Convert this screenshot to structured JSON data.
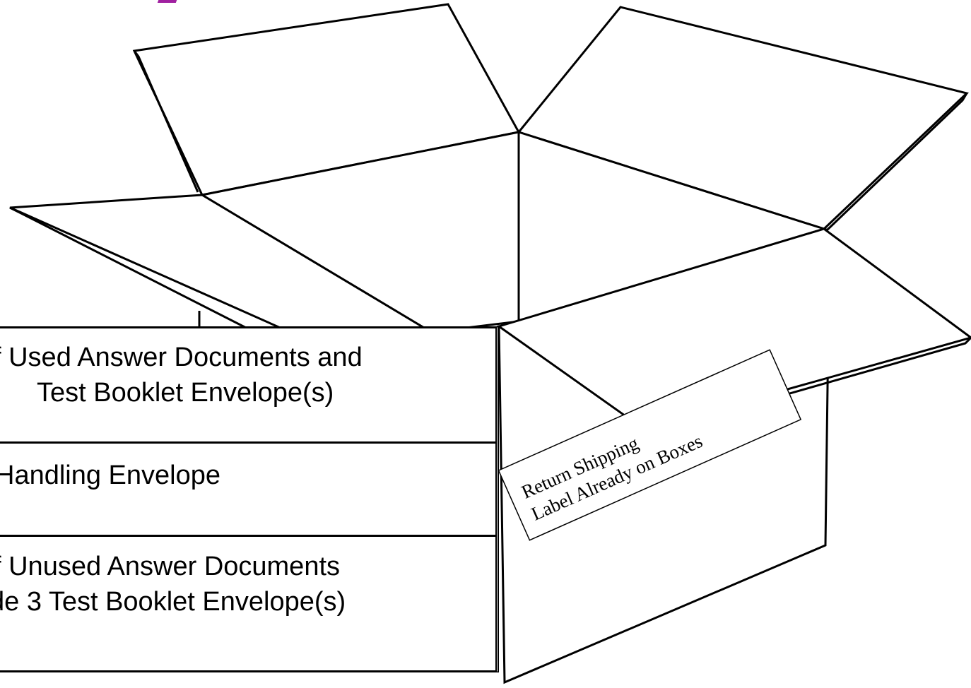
{
  "colors": {
    "accent": "#a020a0",
    "line": "#000000",
    "background": "#ffffff"
  },
  "contents_list": {
    "rows": [
      {
        "line1": "f Used Answer Documents and",
        "line2": "Test Booklet Envelope(s)"
      },
      {
        "line1": "Handling Envelope",
        "line2": ""
      },
      {
        "line1": "f Unused Answer Documents",
        "line2": "de 3 Test Booklet Envelope(s)"
      }
    ]
  },
  "shipping_label": {
    "line1": "Return Shipping",
    "line2": "Label Already on Boxes"
  }
}
